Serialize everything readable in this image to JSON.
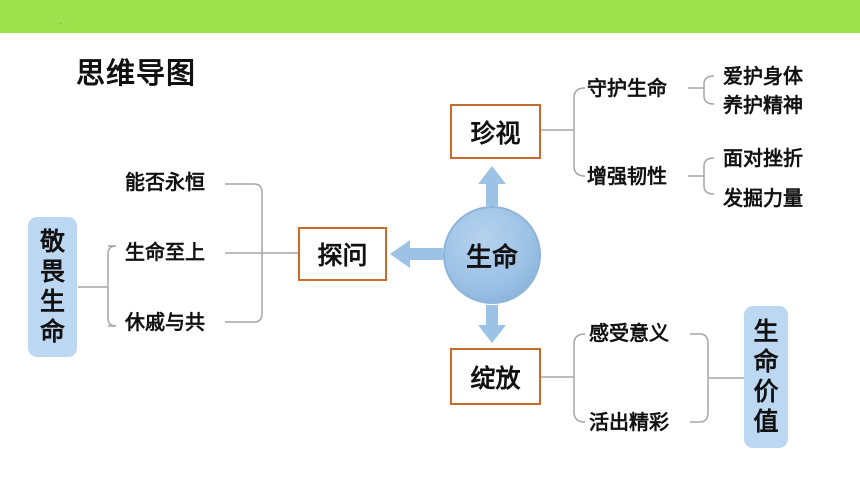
{
  "title": "思维导图",
  "center": "生命",
  "left": {
    "root": "敬畏生命",
    "hub": "探问",
    "items": [
      "能否永恒",
      "生命至上",
      "休戚与共"
    ]
  },
  "top": {
    "hub": "珍视",
    "branch1": {
      "label": "守护生命",
      "leaves": [
        "爱护身体",
        "养护精神"
      ]
    },
    "branch2": {
      "label": "增强韧性",
      "leaves": [
        "面对挫折",
        "发掘力量"
      ]
    }
  },
  "bottom": {
    "hub": "绽放",
    "items": [
      "感受意义",
      "活出精彩"
    ],
    "result": "生命价值"
  },
  "colors": {
    "topbar": "#9fe04d",
    "box_border": "#c96a2a",
    "pill": "#bcd7f1",
    "arrow": "#9cc2e6",
    "line": "#a6a6a6"
  }
}
